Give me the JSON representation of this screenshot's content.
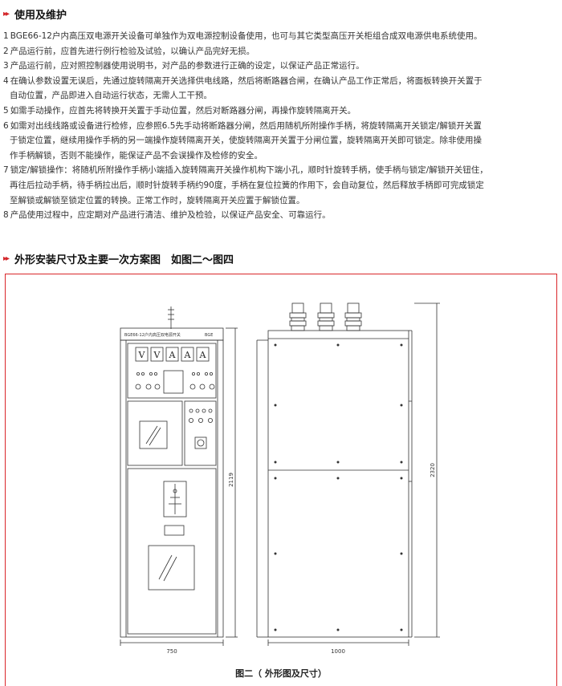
{
  "section1": {
    "arrows": "▸▸",
    "title": "使用及维护",
    "items": [
      {
        "num": "1",
        "text": "BGE66-12户内高压双电源开关设备可单独作为双电源控制设备使用，也可与其它类型高压开关柜组合成双电源供电系统使用。"
      },
      {
        "num": "2",
        "text": "产品运行前，应首先进行例行检验及试验，以确认产品完好无损。"
      },
      {
        "num": "3",
        "text": "产品运行前，应对照控制器使用说明书，对产品的参数进行正确的设定，以保证产品正常运行。"
      },
      {
        "num": "4",
        "text": "在确认参数设置无误后，先通过旋转隔离开关选择供电线路，然后将断路器合闸，在确认产品工作正常后，将面板转换开关置于",
        "cont": [
          "自动位置，产品即进入自动运行状态，无需人工干预。"
        ]
      },
      {
        "num": "5",
        "text": "如需手动操作，应首先将转换开关置于手动位置，然后对断路器分闸，再操作旋转隔离开关。"
      },
      {
        "num": "6",
        "text": "如需对出线线路或设备进行检修，应参照6.5先手动将断路器分闸，然后用随机所附操作手柄，将旋转隔离开关锁定/解锁开关置",
        "cont": [
          "于锁定位置，继续用操作手柄的另一端操作旋转隔离开关，使旋转隔离开关置于分闸位置，旋转隔离开关即可锁定。除非使用操",
          "作手柄解锁，否则不能操作，能保证产品不会误操作及检修的安全。"
        ]
      },
      {
        "num": "7",
        "text": "锁定/解锁操作：将随机所附操作手柄小端插入旋转隔离开关操作机构下端小孔，顺时针旋转手柄，使手柄与锁定/解锁开关钮住，",
        "cont": [
          "再往后拉动手柄，待手柄拉出后，顺时针旋转手柄约90度，手柄在复位拉簧的作用下，会自动复位，然后释放手柄即可完成锁定",
          "至解锁或解锁至锁定位置的转换。正常工作时，旋转隔离开关应置于解锁位置。"
        ]
      },
      {
        "num": "8",
        "text": "产品使用过程中，应定期对产品进行清洁、维护及检验，以保证产品安全、可靠运行。"
      }
    ]
  },
  "section2": {
    "arrows": "▸▸",
    "title": "外形安装尺寸及主要一次方案图　如图二～图四"
  },
  "drawing": {
    "nameplate": "BGE66-12户内高压双电源开关",
    "nameplate_right": "BGE",
    "meters": [
      "V",
      "V",
      "A",
      "A",
      "A"
    ],
    "dim_front_width": "750",
    "dim_front_height": "2119",
    "dim_side_width": "1000",
    "dim_side_height": "2320",
    "caption": "图二（ 外形图及尺寸）"
  },
  "colors": {
    "accent": "#d4262a",
    "line": "#333333"
  }
}
